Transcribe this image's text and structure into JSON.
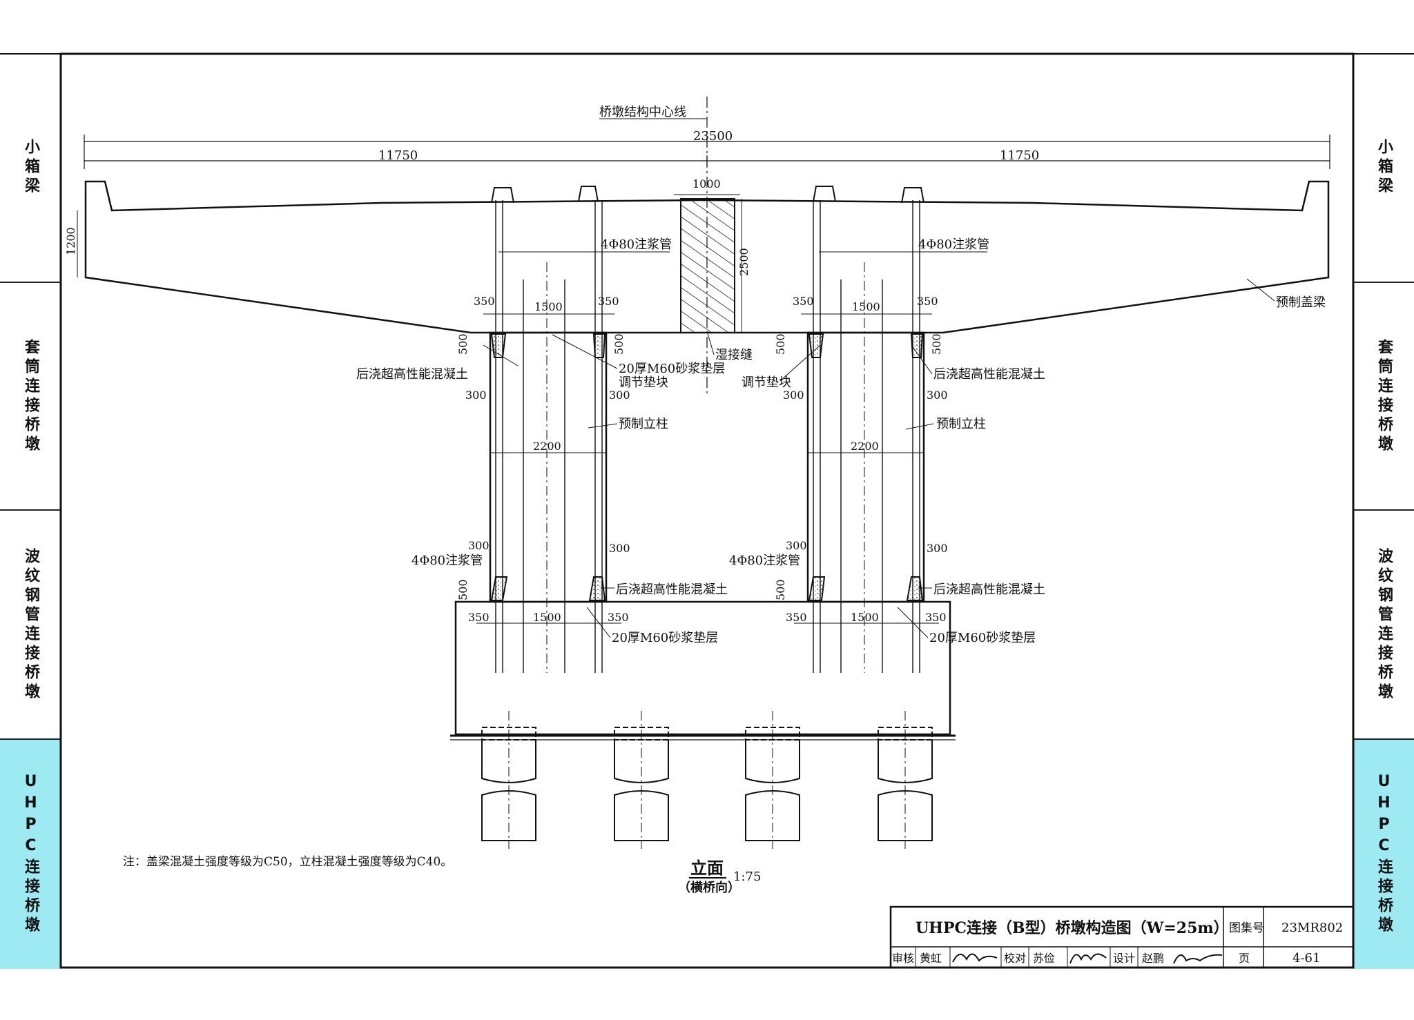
{
  "side_tabs": [
    {
      "label": "小箱梁",
      "active": false
    },
    {
      "label": "套筒连接桥墩",
      "active": false
    },
    {
      "label": "波纹钢管连接桥墩",
      "active": false
    },
    {
      "label": "UHPC连接桥墩",
      "active": true
    }
  ],
  "drawing": {
    "centerline_label": "桥墩结构中心线",
    "dim_total": "23500",
    "dim_half_left": "11750",
    "dim_half_right": "11750",
    "dim_joint_width": "1000",
    "dim_beam_height": "1200",
    "dim_joint_height": "2500",
    "grout_pipe_top_left": "4Φ80注浆管",
    "grout_pipe_top_right": "4Φ80注浆管",
    "grout_pipe_bottom": "4Φ80注浆管",
    "dim_350": "350",
    "dim_1500": "1500",
    "dim_500": "500",
    "dim_300": "300",
    "dim_2200": "2200",
    "label_precast_capbeam": "预制盖梁",
    "label_wet_joint": "湿接缝",
    "label_uhpc_cast": "后浇超高性能混凝土",
    "label_mortar": "20厚M60砂浆垫层",
    "label_shim": "调节垫块",
    "label_precast_column": "预制立柱",
    "note": "注：盖梁混凝土强度等级为C50，立柱混凝土强度等级为C40。",
    "view_title": "立面",
    "view_subtitle": "（横桥向）",
    "view_scale": "1:75"
  },
  "title_block": {
    "title": "UHPC连接（B型）桥墩构造图（W=25m）",
    "atlas_label": "图集号",
    "atlas_no": "23MR802",
    "review_label": "审核",
    "reviewer": "黄虹",
    "check_label": "校对",
    "checker": "苏俭",
    "design_label": "设计",
    "designer": "赵鹏",
    "page_label": "页",
    "page_no": "4-61"
  },
  "colors": {
    "tab_active": "#9eeaf2",
    "line": "#111111"
  }
}
